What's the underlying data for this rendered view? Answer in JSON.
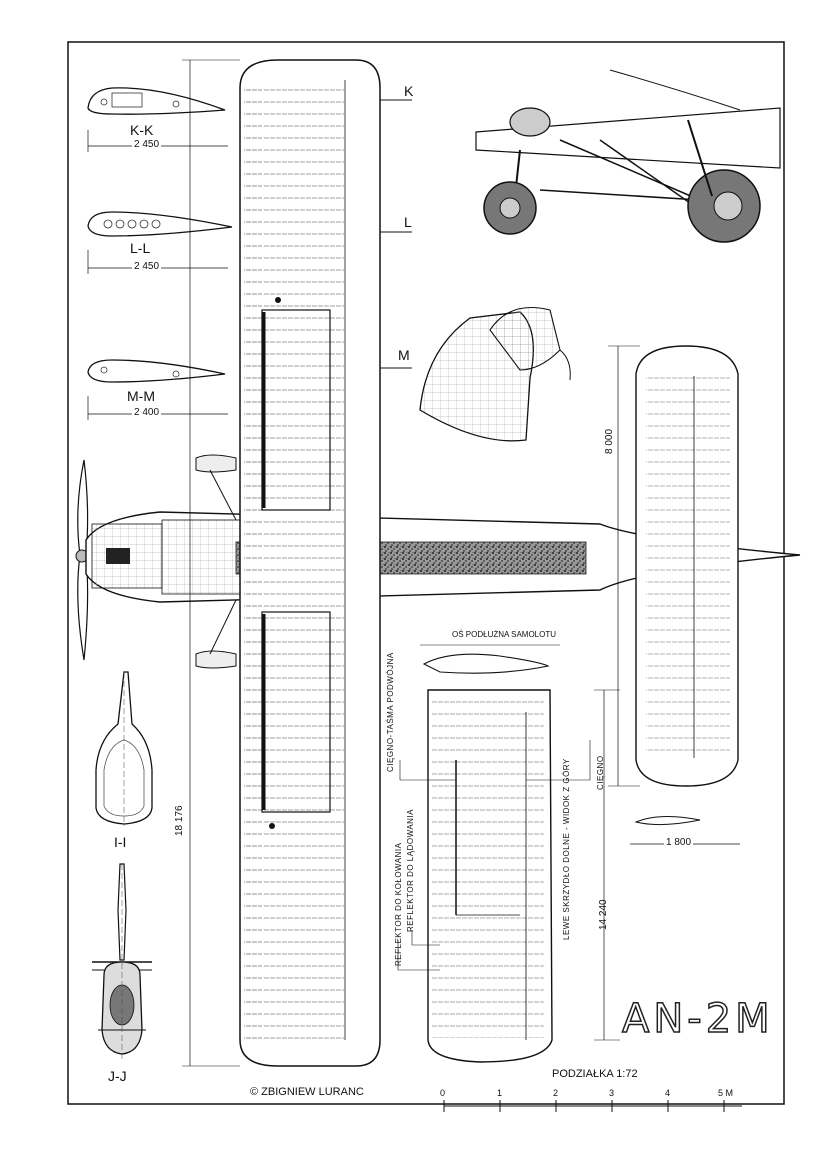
{
  "sections": {
    "kk": {
      "label": "K-K",
      "dimension": "2 450"
    },
    "ll": {
      "label": "L-L",
      "dimension": "2 450"
    },
    "mm": {
      "label": "M-M",
      "dimension": "2 400"
    },
    "ii": {
      "label": "I-I"
    },
    "jj": {
      "label": "J-J"
    }
  },
  "cut_markers": [
    "K",
    "L",
    "M"
  ],
  "dimensions": {
    "wingspan_upper": "18 176",
    "wingspan_lower": "14 240",
    "tail_span": "8 000",
    "tail_chord": "1 800"
  },
  "annotations": {
    "axis": "OŚ PODŁUŻNA SAMOLOTU",
    "tape": "CIĘGNO-TAŚMA PODWÓJNA",
    "cable": "CIĘGNO",
    "taxi_light": "REFLEKTOR DO KOŁOWANIA",
    "landing_light": "REFLEKTOR DO LĄDOWANIA",
    "lower_wing_view": "LEWE SKRZYDŁO DOLNE - WIDOK Z GÓRY"
  },
  "model": "AN-2M",
  "copyright": "© ZBIGNIEW LURANC",
  "scale": {
    "title": "PODZIAŁKA 1:72",
    "ticks": [
      "0",
      "1",
      "2",
      "3",
      "4",
      "5 M"
    ]
  }
}
